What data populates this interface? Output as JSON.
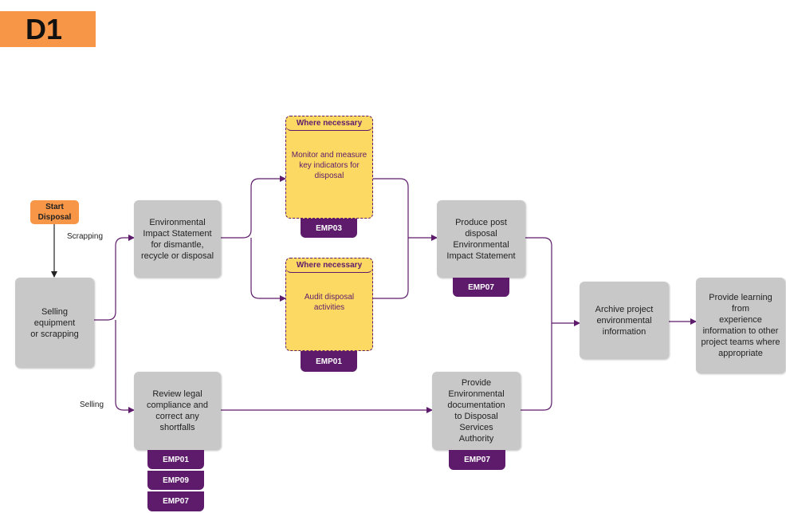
{
  "title": "D1",
  "start": "Start\nDisposal",
  "selling_or_scrapping": "Selling\nequipment\nor scrapping",
  "scrapping_label": "Scrapping",
  "selling_label": "Selling",
  "eis_dismantle": "Environmental\nImpact Statement\nfor dismantle,\nrecycle or disposal",
  "review_legal": "Review legal\ncompliance and\ncorrect any\nshortfalls",
  "monitor": {
    "header": "Where necessary",
    "text": "Monitor and measure\nkey indicators for\ndisposal",
    "code": "EMP03"
  },
  "audit": {
    "header": "Where necessary",
    "text": "Audit disposal\nactivities",
    "code": "EMP01"
  },
  "post_disposal": "Produce post\ndisposal\nEnvironmental\nImpact Statement",
  "post_disposal_code": "EMP07",
  "provide_docs": "Provide\nEnvironmental\ndocumentation\nto Disposal Services\nAuthority",
  "provide_docs_code": "EMP07",
  "review_codes": [
    "EMP01",
    "EMP09",
    "EMP07"
  ],
  "archive": "Archive project\nenvironmental\ninformation",
  "learning": "Provide learning from\nexperience\ninformation to other\nproject teams where\nappropriate",
  "colors": {
    "orange": "#f79646",
    "grey": "#c8c8c8",
    "yellow": "#fbd963",
    "purple": "#5e1b6c"
  }
}
